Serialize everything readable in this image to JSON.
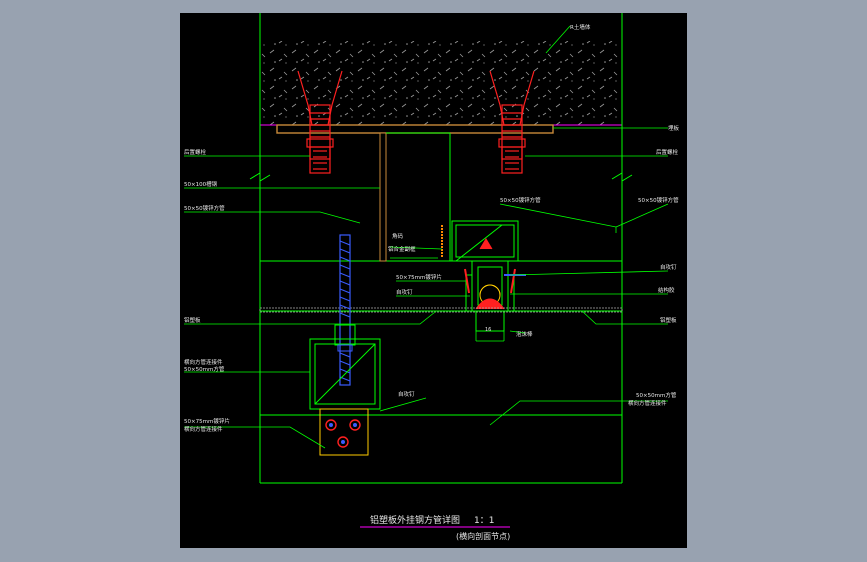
{
  "colors": {
    "viewport_bg": "#98a2b0",
    "canvas_bg": "#000000",
    "outline": "#00ff00",
    "steel": "#ff2020",
    "bolt": "#3a5cff",
    "leader": "#00ff00",
    "hatch": "#b0b0b0",
    "embed_plate": "#c98a3a",
    "text": "#e8e8e8",
    "title_underline": "#ff00ff",
    "wall_face": "#ff00ff"
  },
  "labels": {
    "top_concrete": "R土墙体",
    "top_right_embed": "埋板",
    "left_anchor": "后置螺栓",
    "right_anchor": "后置螺栓",
    "left_main_channel": "50×100槽钢",
    "left_sub_pipe": "50×50镀锌方管",
    "right_sub_pipe": "50×50镀锌方管",
    "center_bracket": "角码",
    "center_bracket2": "铝合金副框",
    "center_screw": "50×75mm镀锌片",
    "center_self_tap": "自攻钉",
    "right_self_tap": "自攻钉",
    "right_sealant": "结构胶",
    "left_glass": "铝塑板",
    "right_glass": "铝塑板",
    "center_block": "泡沫棒",
    "left_bolt_group1": "横向方管连接件",
    "left_bolt_group2": "50×50mm方管",
    "left_self_tap": "自攻钉",
    "left_low_group1": "50×75mm镀锌片",
    "left_low_group2": "横向方管连接件",
    "right_low1": "50×50mm方管",
    "right_low2": "横向方管连接件",
    "dim_16": "16"
  },
  "title": {
    "main": "铝塑板外挂钢方管详图",
    "scale": "1：1",
    "sub": "(横向剖面节点)"
  }
}
